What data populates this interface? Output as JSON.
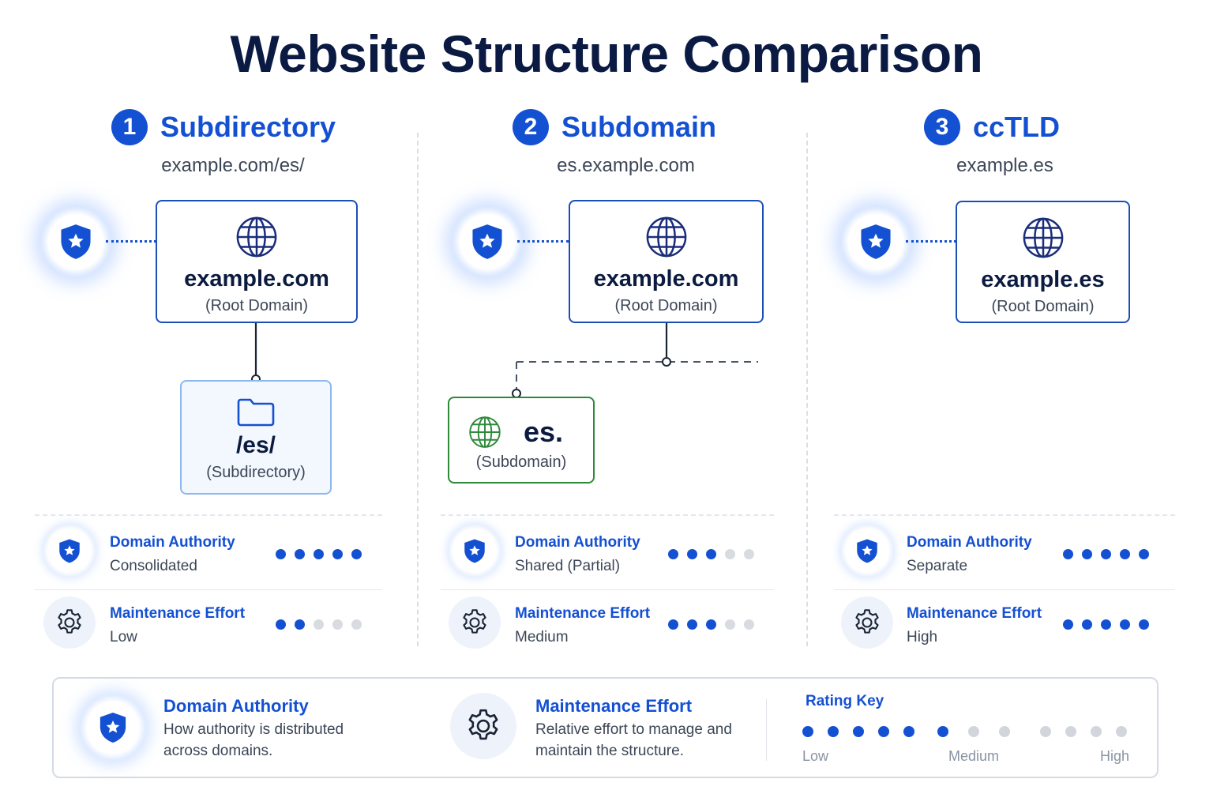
{
  "title": "Website Structure Comparison",
  "columns": [
    {
      "number": "1",
      "title": "Subdirectory",
      "url": "example.com/es/",
      "root": {
        "name": "example.com",
        "label": "(Root Domain)"
      },
      "child": {
        "name": "/es/",
        "label": "(Subdirectory)",
        "icon": "folder-icon"
      },
      "metrics": [
        {
          "label": "Domain Authority",
          "value": "Consolidated",
          "rating": 5,
          "icon": "shield-icon"
        },
        {
          "label": "Maintenance Effort",
          "value": "Low",
          "rating": 2,
          "icon": "gear-icon"
        }
      ]
    },
    {
      "number": "2",
      "title": "Subdomain",
      "url": "es.example.com",
      "root": {
        "name": "example.com",
        "label": "(Root Domain)"
      },
      "child": {
        "name": "es.",
        "label": "(Subdomain)",
        "icon": "globe-icon"
      },
      "metrics": [
        {
          "label": "Domain Authority",
          "value": "Shared (Partial)",
          "rating": 3,
          "icon": "shield-icon"
        },
        {
          "label": "Maintenance Effort",
          "value": "Medium",
          "rating": 3,
          "icon": "gear-icon"
        }
      ]
    },
    {
      "number": "3",
      "title": "ccTLD",
      "url": "example.es",
      "root": {
        "name": "example.es",
        "label": "(Root Domain)"
      },
      "metrics": [
        {
          "label": "Domain Authority",
          "value": "Separate",
          "rating": 5,
          "icon": "shield-icon"
        },
        {
          "label": "Maintenance Effort",
          "value": "High",
          "rating": 5,
          "icon": "gear-icon"
        }
      ]
    }
  ],
  "rating_max": 5,
  "legend": {
    "authority": {
      "title": "Domain Authority",
      "desc": "How authority is distributed across domains."
    },
    "maintenance": {
      "title": "Maintenance Effort",
      "desc": "Relative effort to manage and maintain the structure."
    },
    "key": {
      "title": "Rating Key",
      "low": "Low",
      "medium": "Medium",
      "high": "High"
    }
  },
  "colors": {
    "accent": "#1450d2",
    "green": "#2e8a3a",
    "inactive": "#d8dbe0"
  }
}
